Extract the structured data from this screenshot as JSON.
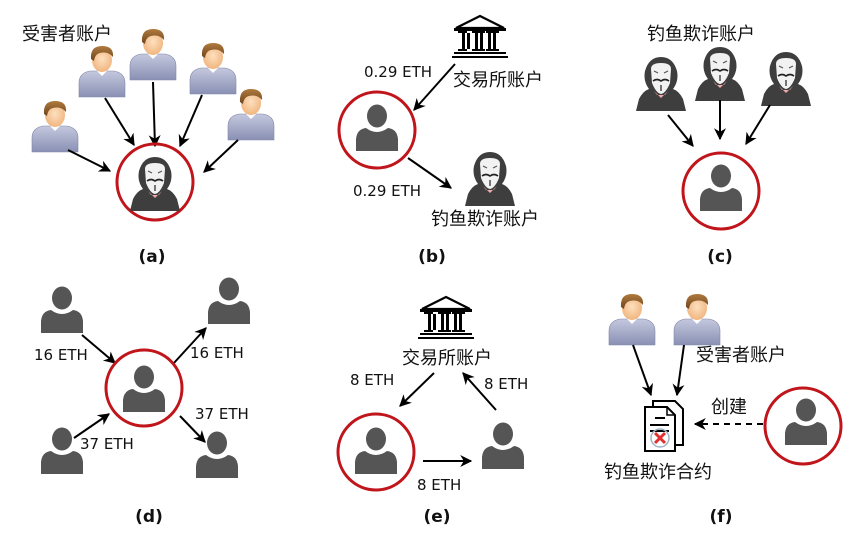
{
  "colors": {
    "highlight_ring": "#c0151b",
    "account_icon": "#555555",
    "arrow": "#000000",
    "victim_shirt": "#9aa0c0",
    "victim_hair": "#8a5a2a",
    "victim_skin": "#f6c99b"
  },
  "panels": [
    {
      "id": "a",
      "caption": "(a)",
      "labels": {
        "victims": "受害者账户"
      },
      "nodes": {
        "victims_count": 5,
        "center": "phishing-account-icon"
      }
    },
    {
      "id": "b",
      "caption": "(b)",
      "labels": {
        "exchange": "交易所账户",
        "phisher": "钓鱼欺诈账户"
      },
      "edges": [
        {
          "from": "exchange",
          "to": "center",
          "amount": "0.29 ETH"
        },
        {
          "from": "center",
          "to": "phisher",
          "amount": "0.29 ETH"
        }
      ]
    },
    {
      "id": "c",
      "caption": "(c)",
      "labels": {
        "phishers": "钓鱼欺诈账户"
      },
      "nodes": {
        "phishers_count": 3,
        "center": "user-icon"
      }
    },
    {
      "id": "d",
      "caption": "(d)",
      "edges": [
        {
          "from": "top-left",
          "to": "center",
          "amount": "16 ETH"
        },
        {
          "from": "center",
          "to": "top-right",
          "amount": "16 ETH"
        },
        {
          "from": "bottom-left",
          "to": "center",
          "amount": "37 ETH"
        },
        {
          "from": "center",
          "to": "bottom-right",
          "amount": "37 ETH"
        }
      ]
    },
    {
      "id": "e",
      "caption": "(e)",
      "labels": {
        "exchange": "交易所账户"
      },
      "edges": [
        {
          "from": "exchange",
          "to": "center",
          "amount": "8 ETH"
        },
        {
          "from": "center",
          "to": "right",
          "amount": "8 ETH"
        },
        {
          "from": "right",
          "to": "exchange",
          "amount": "8 ETH"
        }
      ]
    },
    {
      "id": "f",
      "caption": "(f)",
      "labels": {
        "victims": "受害者账户",
        "create": "创建",
        "contract": "钓鱼欺诈合约"
      },
      "nodes": {
        "victims_count": 2,
        "center": "user-icon"
      }
    }
  ]
}
